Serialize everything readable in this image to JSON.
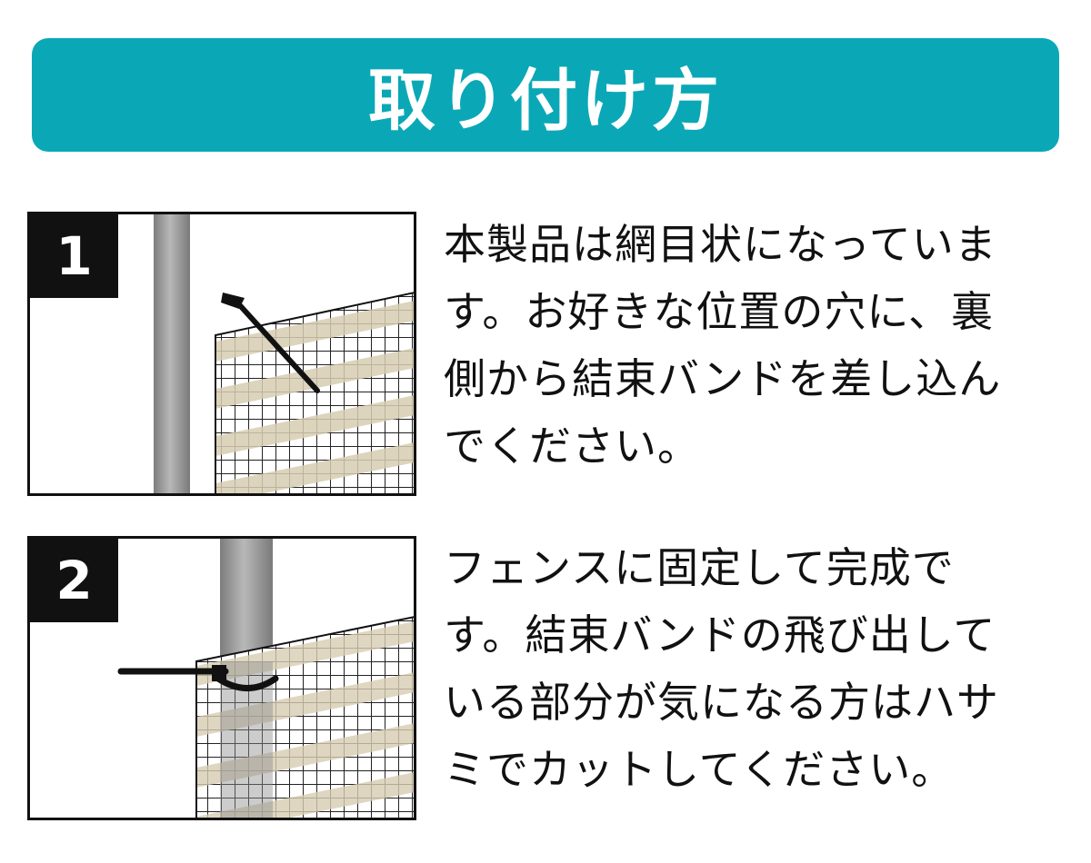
{
  "title": "取り付け方",
  "steps": [
    {
      "number": "1",
      "lines": [
        "本製品は網目状になっていま",
        "す。お好きな位置の穴に、裏",
        "側から結束バンドを差し込ん",
        "でください。"
      ]
    },
    {
      "number": "2",
      "lines": [
        "フェンスに固定して完成で",
        "す。結束バンドの飛び出して",
        "いる部分が気になる方はハサ",
        "ミでカットしてください。"
      ]
    }
  ],
  "colors": {
    "banner": "#0aa8b6",
    "pole": "#9a9a9a",
    "mesh": "#d7cdb2",
    "ink": "#111111"
  }
}
